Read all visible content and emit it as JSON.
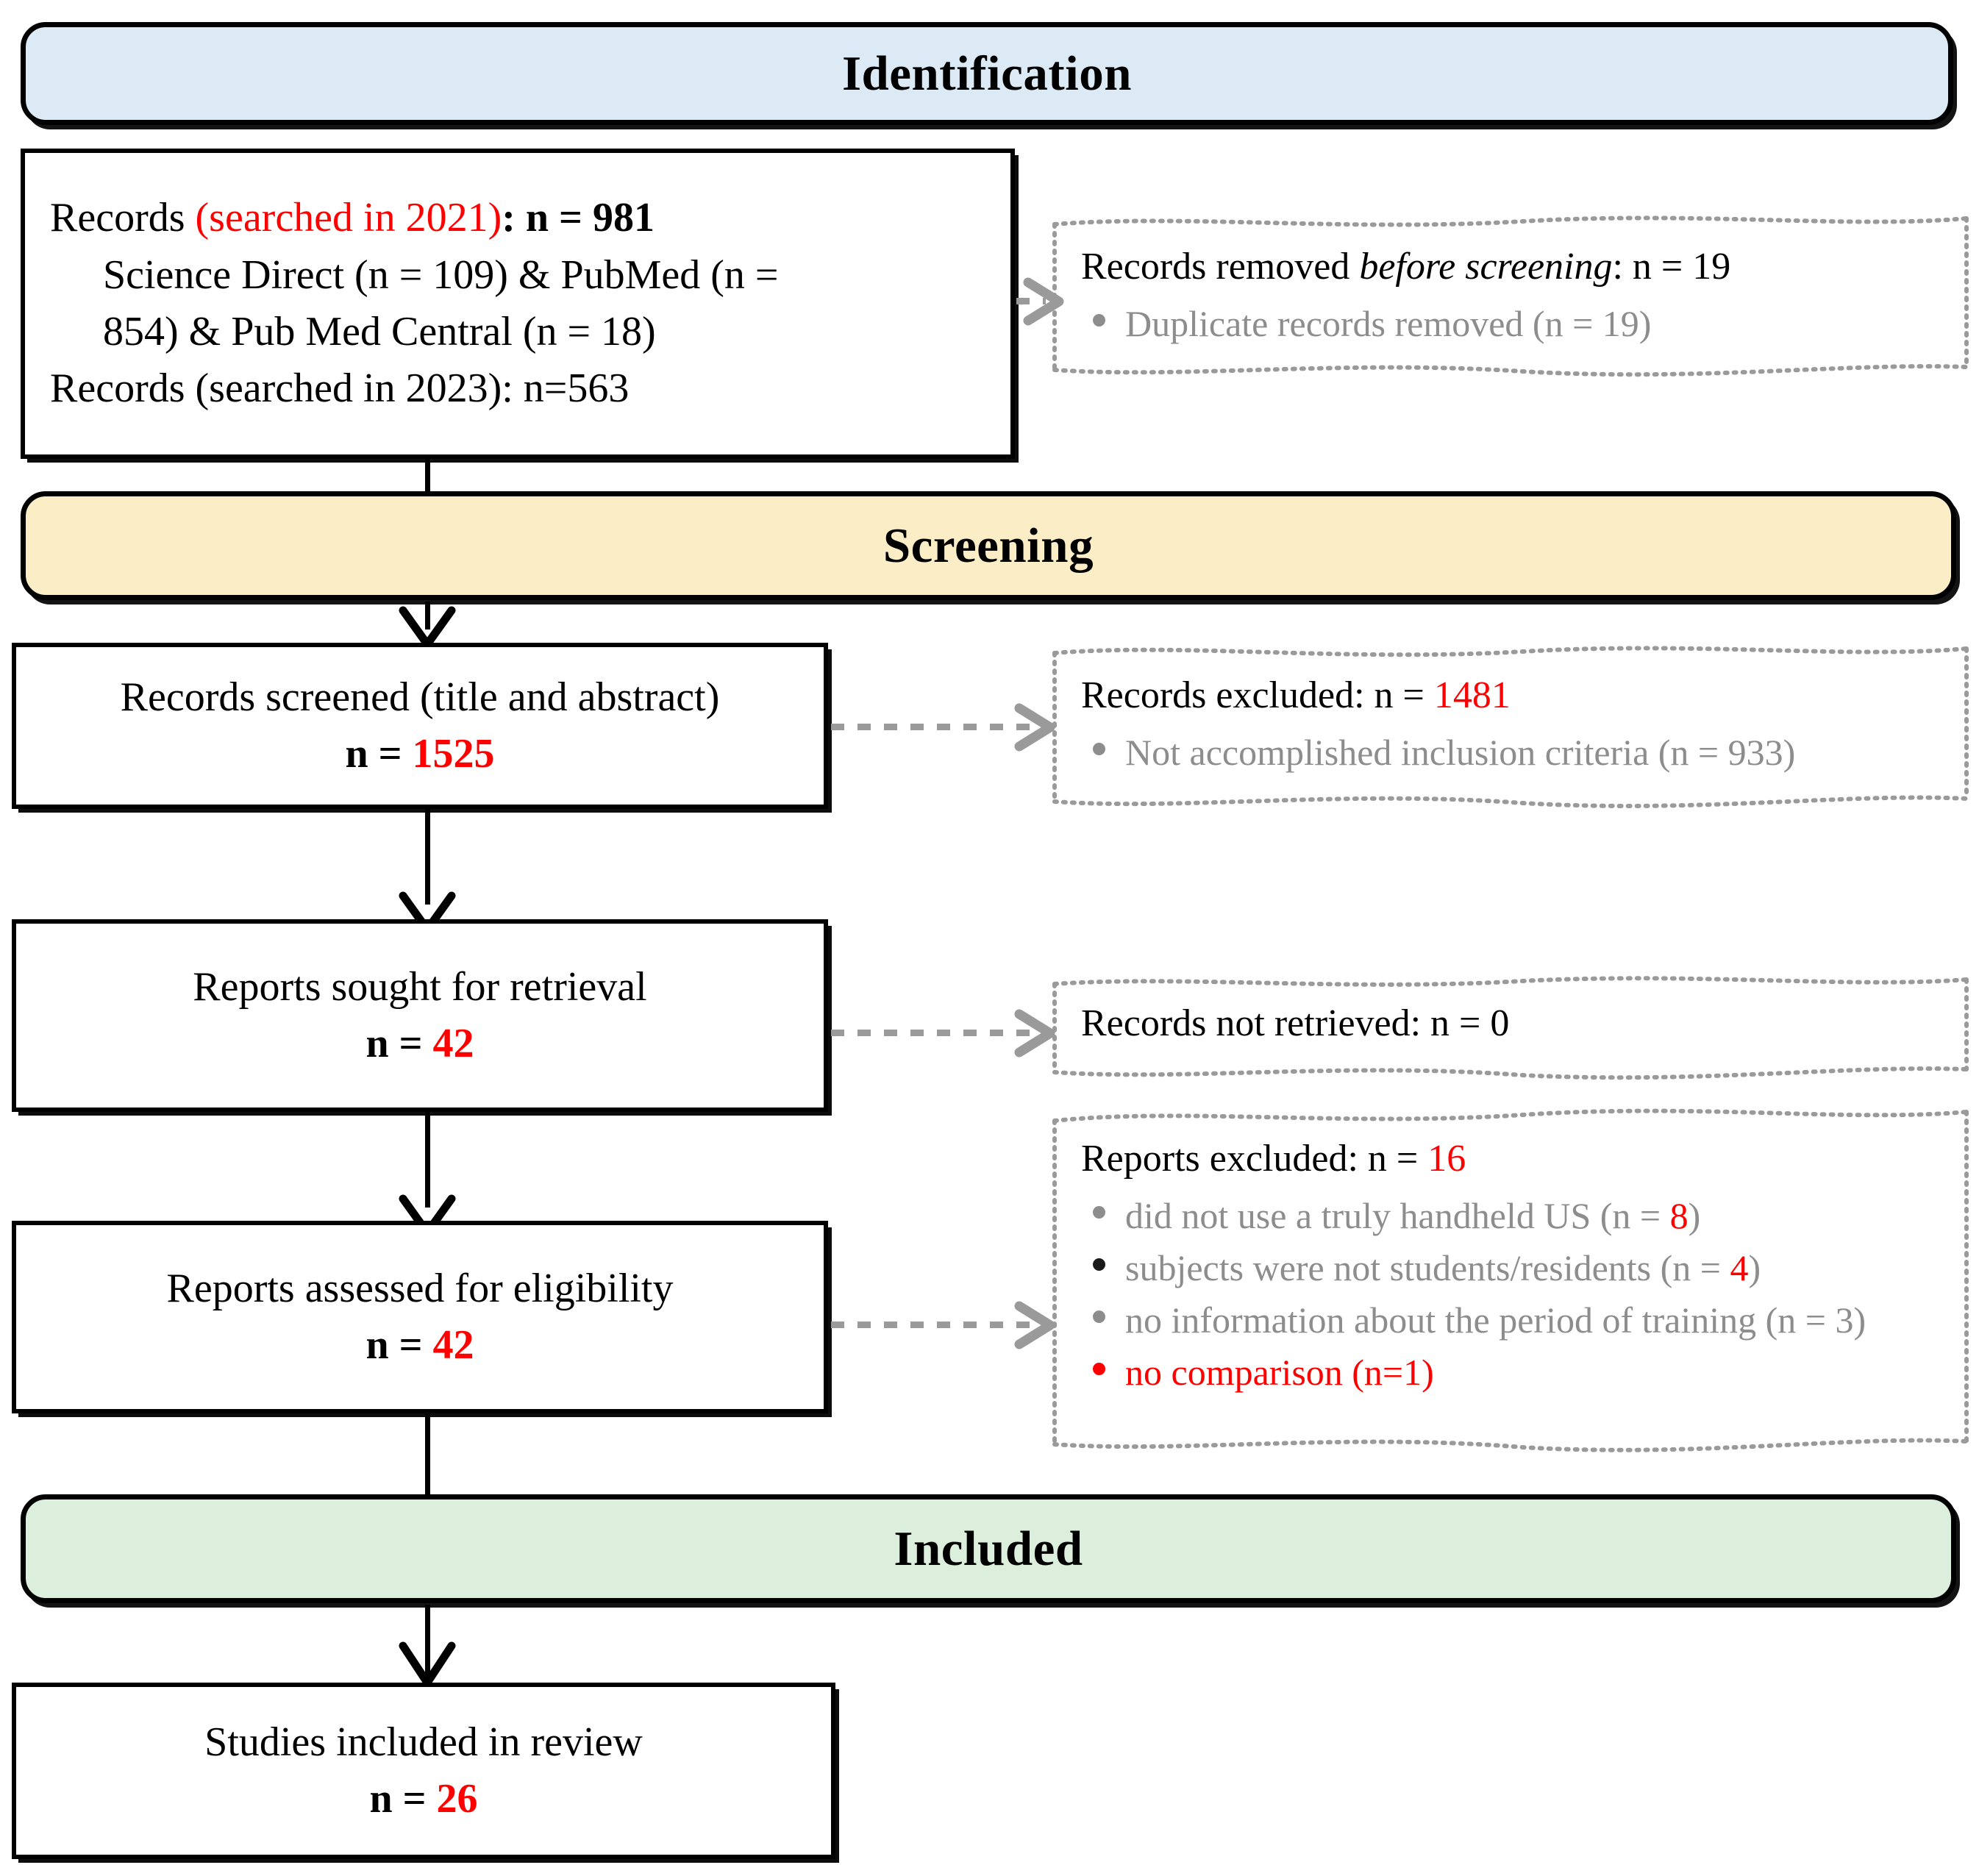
{
  "diagram": {
    "title": "PRISMA 2020 flow diagram",
    "colors": {
      "identification_fill": "#dbeaf5",
      "screening_fill": "#fbedc6",
      "included_fill": "#dceedc",
      "accent_red": "#ff0000",
      "muted_grey": "#8d8d8d",
      "border_black": "#000000"
    }
  },
  "stages": {
    "identification": {
      "label": "Identification"
    },
    "screening": {
      "label": "Screening"
    },
    "included": {
      "label": "Included"
    }
  },
  "boxes": {
    "records_identified": {
      "line1_prefix": "Records ",
      "line1_red": "(searched in 2021)",
      "line1_suffix": ": n = 981",
      "line2": "Science Direct (n = 109) & PubMed (n =",
      "line3": "854) & Pub Med Central (n = 18)",
      "line4_red": "Records (searched in 2023): n=563"
    },
    "records_screened": {
      "line1": "Records screened (title and abstract)",
      "n_label": "n = ",
      "n_value": "1525"
    },
    "reports_sought": {
      "line1": "Reports sought for retrieval",
      "n_label": "n = ",
      "n_value": "42"
    },
    "reports_assessed": {
      "line1": "Reports assessed for eligibility",
      "n_label": "n = ",
      "n_value": "42"
    },
    "studies_included": {
      "line1": "Studies included in review",
      "n_label": "n = ",
      "n_value": "26"
    }
  },
  "exclusions": {
    "removed_before_screening": {
      "title_prefix": "Records removed ",
      "title_italic": "before screening",
      "title_suffix": ": n = 19",
      "items": [
        {
          "text": "Duplicate records removed (n = 19)",
          "style": "grey"
        }
      ]
    },
    "records_excluded": {
      "title_prefix": "Records excluded: n = ",
      "title_value": "1481",
      "items": [
        {
          "text": "Not accomplished inclusion criteria (n = 933)",
          "style": "grey"
        }
      ]
    },
    "records_not_retrieved": {
      "title_prefix": "Records not retrieved: n = 0",
      "title_value": "",
      "items": []
    },
    "reports_excluded": {
      "title_prefix": "Reports excluded: n = ",
      "title_value": "16",
      "items": [
        {
          "text_before": "did not use a truly handheld US (n = ",
          "value": "8",
          "text_after": ")",
          "style": "grey"
        },
        {
          "text_before": "subjects were not students/residents (n = ",
          "value": "4",
          "text_after": ")",
          "style": "grey-dark-bullet"
        },
        {
          "text_before": "no information about the period of training (n = 3)",
          "value": "",
          "text_after": "",
          "style": "grey"
        },
        {
          "text_before": "no comparison (n=1)",
          "value": "",
          "text_after": "",
          "style": "red"
        }
      ]
    }
  },
  "connectors": {
    "vertical_arrow": "down-arrow",
    "horizontal_arrow": "dotted-chevron-right"
  }
}
